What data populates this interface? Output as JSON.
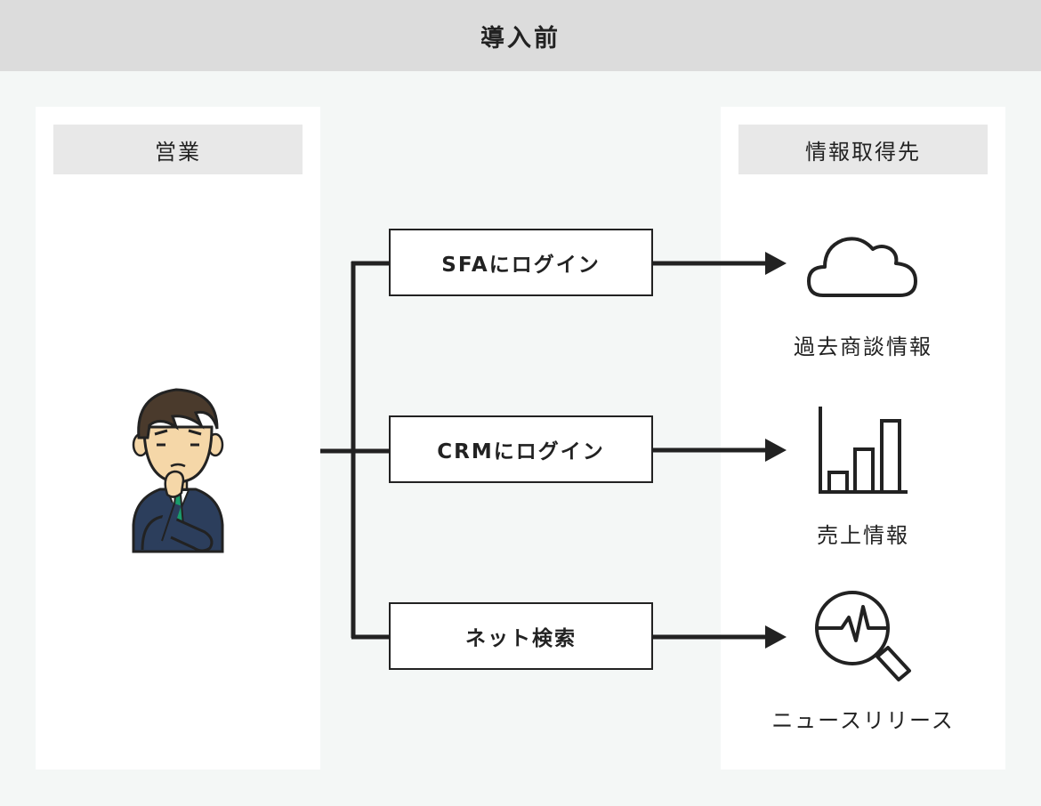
{
  "header": {
    "title": "導入前"
  },
  "left_panel": {
    "label": "営業"
  },
  "right_panel": {
    "label": "情報取得先"
  },
  "actions": [
    {
      "label": "SFAにログイン"
    },
    {
      "label": "CRMにログイン"
    },
    {
      "label": "ネット検索"
    }
  ],
  "sources": [
    {
      "label": "過去商談情報",
      "icon": "cloud-icon"
    },
    {
      "label": "売上情報",
      "icon": "bar-chart-icon"
    },
    {
      "label": "ニュースリリース",
      "icon": "magnifier-pulse-icon"
    }
  ],
  "colors": {
    "header_bg": "#dcdcdc",
    "page_bg": "#f4f7f6",
    "panel_bg": "#ffffff",
    "label_bg": "#e8e8e8",
    "line": "#222222"
  }
}
